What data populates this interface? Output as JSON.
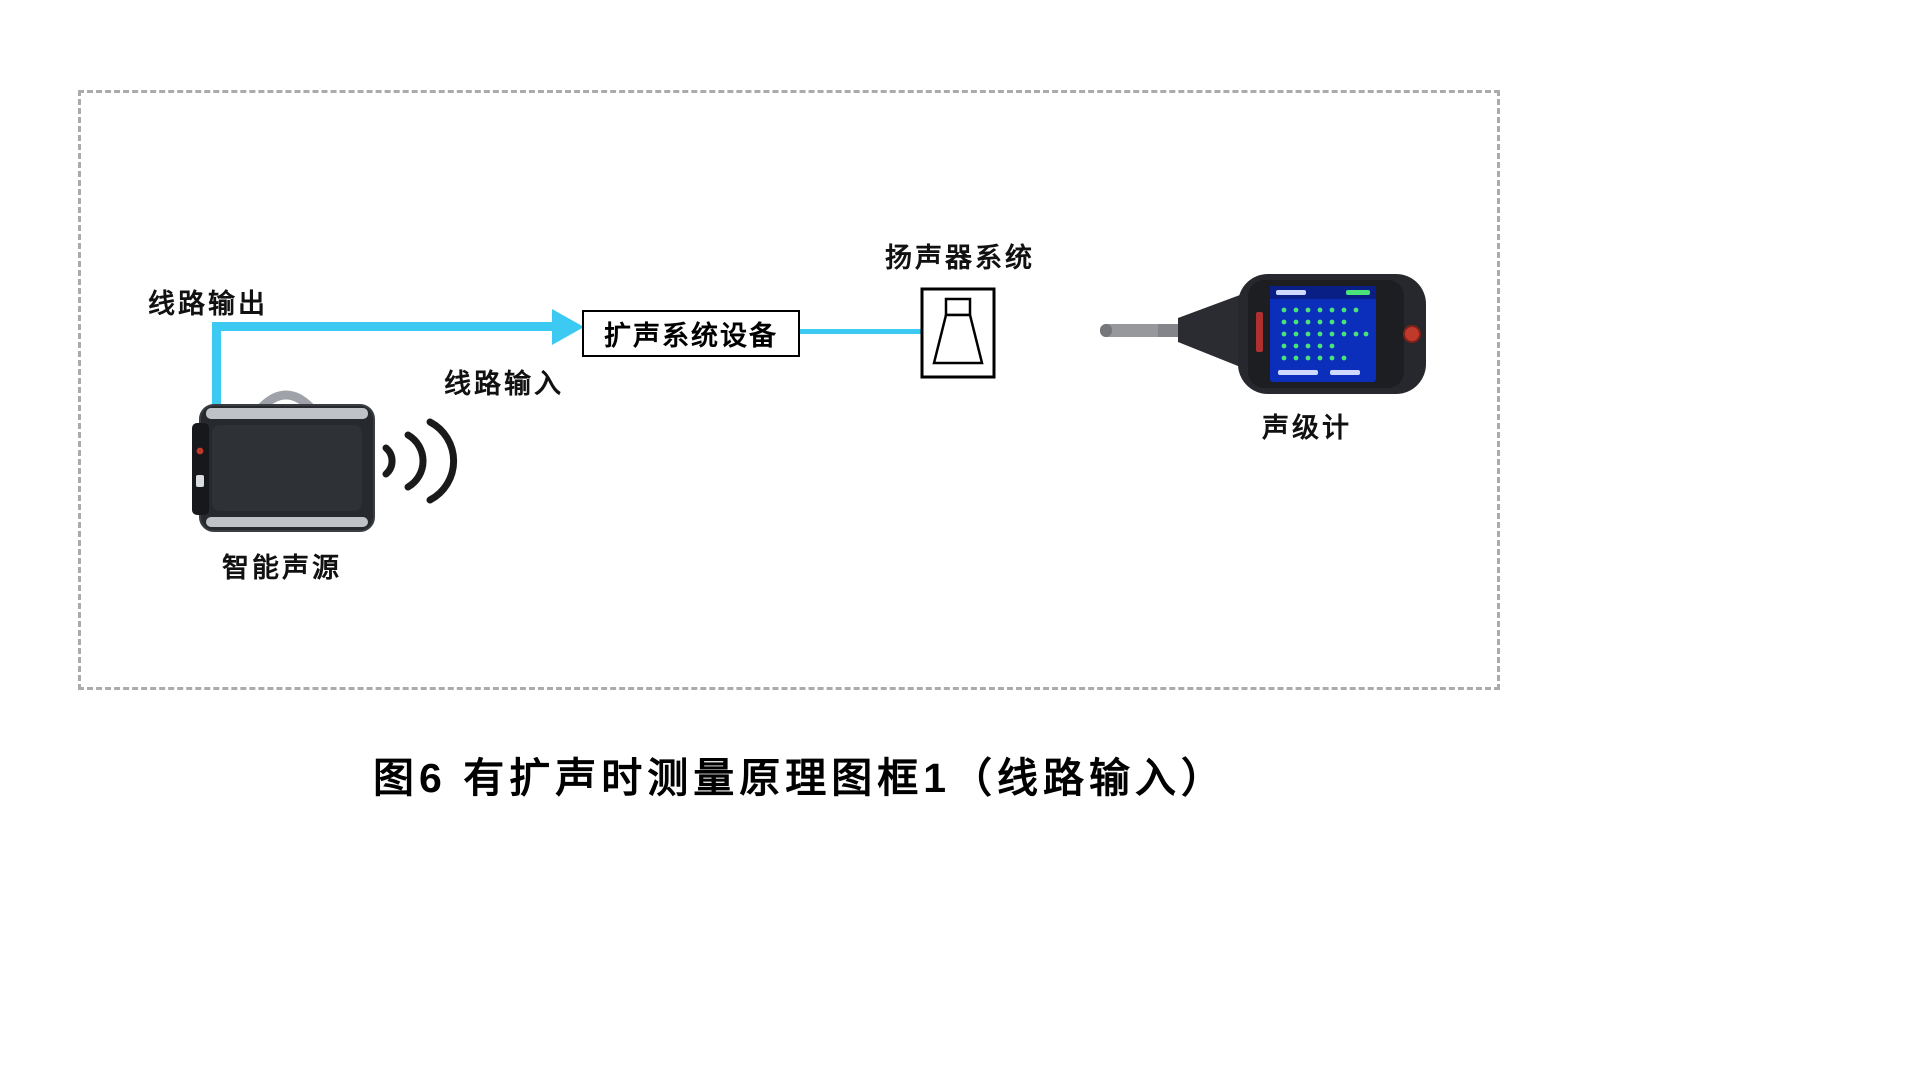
{
  "diagram": {
    "labels": {
      "line_output": "线路输出",
      "line_input": "线路输入",
      "amp_device": "扩声系统设备",
      "speaker_system": "扬声器系统",
      "smart_source": "智能声源",
      "sound_level_meter": "声级计"
    },
    "caption": "图6 有扩声时测量原理图框1（线路输入）",
    "colors": {
      "connector_cyan": "#3cc9f2",
      "outline_black": "#000000",
      "dashed_border_gray": "#ababab",
      "device_body_dark": "#26282d",
      "meter_screen_blue": "#0b2fbb",
      "meter_dots_green": "#49e37a",
      "power_button_red": "#c03a2b"
    }
  }
}
